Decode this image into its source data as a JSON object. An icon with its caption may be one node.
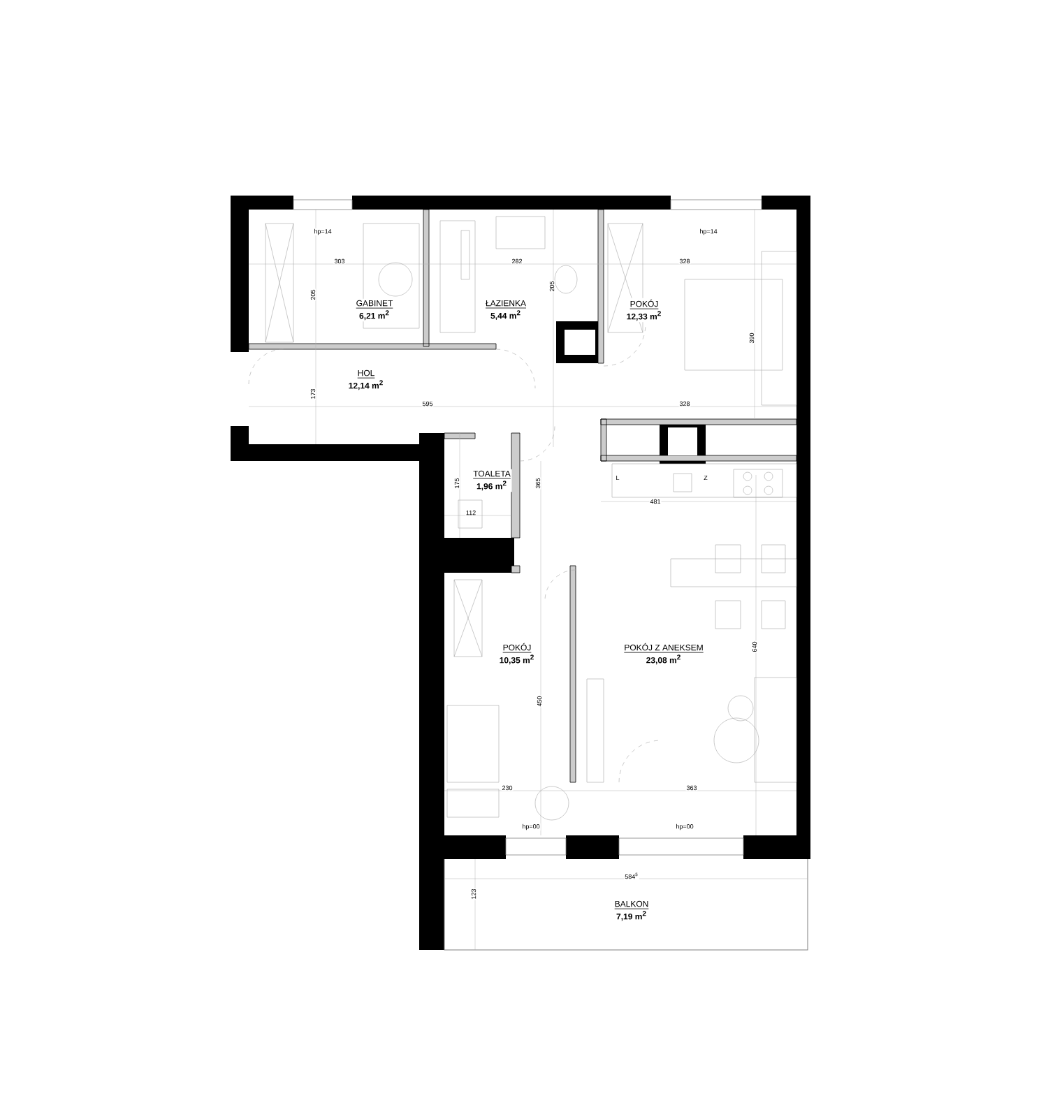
{
  "diagram": {
    "nodes": [
      {
        "text": [
          "GABINET",
          "6,21 m$^{2}$"
        ]
      },
      {
        "text": [
          "ŁAZIENKA",
          "5,44 m$^{2}$"
        ]
      },
      {
        "text": [
          "POKÓJ",
          "12,33 m$^{2}$"
        ]
      },
      {
        "text": [
          "HOL",
          "12,14 m$^{2}$"
        ]
      },
      {
        "text": [
          "TOALETA",
          "1,96 m$^{2}$"
        ]
      },
      {
        "text": [
          "POKÓJ",
          "10,35 m$^{2}$"
        ]
      },
      {
        "text": [
          "POKÓJ Z ANEKSEM",
          "23,08 m$^{2}$"
        ]
      },
      {
        "text": [
          "BALKON",
          "7,19 m$^{2}$"
        ]
      }
    ],
    "edges": [],
    "labels": [
      "hp=14",
      "hp=14",
      "303",
      "282",
      "328",
      "205",
      "205",
      "390",
      "173",
      "595",
      "328",
      "L",
      "Z",
      "175",
      "365",
      "481",
      "112",
      "640",
      "450",
      "230",
      "363",
      "hp=00",
      "hp=00",
      "584$^{5}$",
      "123"
    ]
  }
}
